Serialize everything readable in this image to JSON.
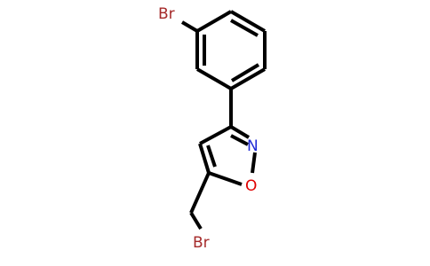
{
  "molecule": {
    "atoms": {
      "br_aryl": {
        "label": "Br",
        "color": "#a52a2a"
      },
      "br_alkyl": {
        "label": "Br",
        "color": "#a52a2a"
      },
      "n1": {
        "label": "N",
        "color": "#1f2bd6"
      },
      "o1": {
        "label": "O",
        "color": "#e00000"
      }
    },
    "bond_color": "#000000"
  }
}
